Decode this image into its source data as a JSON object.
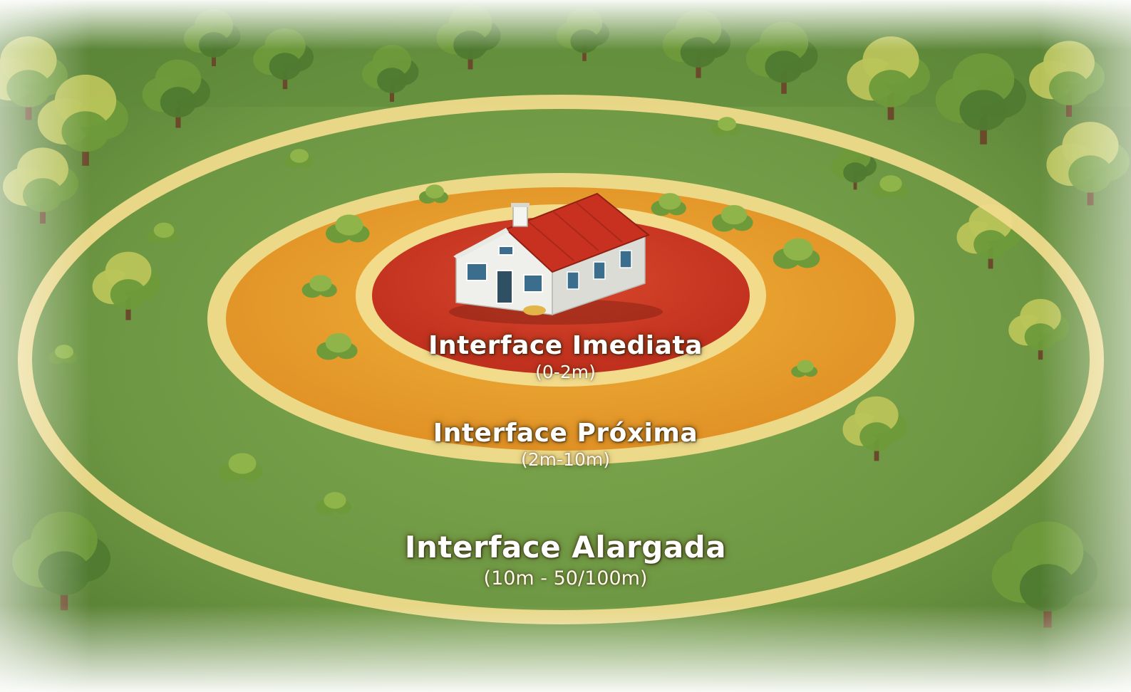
{
  "zones": [
    {
      "title": "Interface Imediata",
      "range": "(0-2m)"
    },
    {
      "title": "Interface Próxima",
      "range": "(2m-10m)"
    },
    {
      "title": "Interface Alargada",
      "range": "(10m - 50/100m)"
    }
  ],
  "colors": {
    "grass": "#6f9a45",
    "grass_dark": "#4f7a30",
    "ring": "#f2dc8c",
    "middle_zone": "#e9a32e",
    "inner_zone": "#cf3a24",
    "roof": "#c8311f",
    "walls": "#f1f1ee",
    "windows": "#3a6e8c",
    "tree": "#6e9a3a",
    "tree_light": "#b9c45a"
  }
}
